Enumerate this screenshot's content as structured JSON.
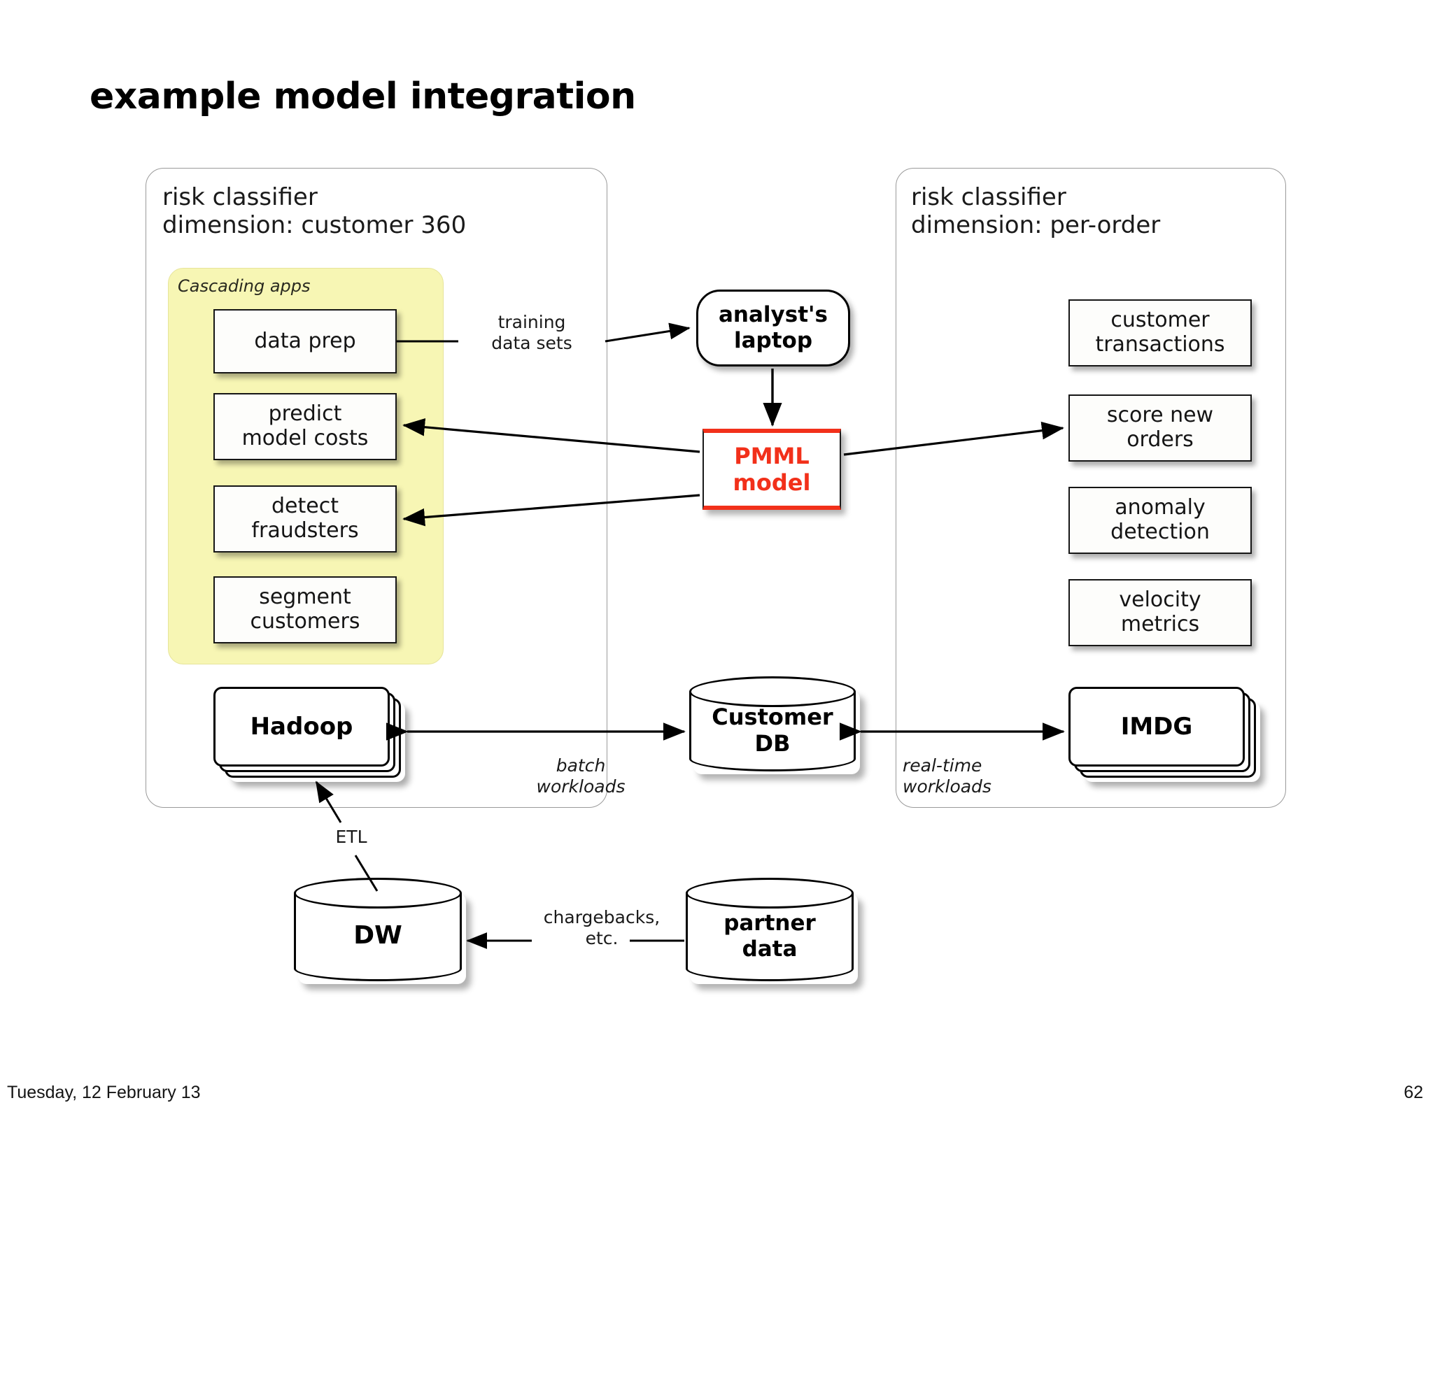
{
  "slide": {
    "title": "example model integration",
    "footer_date": "Tuesday, 12 February 13",
    "page_number": "62"
  },
  "colors": {
    "panel_border": "#9a9a9a",
    "cascading_fill": "#f7f6b4",
    "pmml_accent": "#f2301a",
    "box_border": "#161616",
    "text": "#151515"
  },
  "left_panel": {
    "title": "risk classifier\ndimension: customer 360",
    "cascading_label": "Cascading apps",
    "apps": [
      {
        "label": "data prep"
      },
      {
        "label": "predict\nmodel costs"
      },
      {
        "label": "detect\nfraudsters"
      },
      {
        "label": "segment\ncustomers"
      }
    ],
    "store": {
      "label": "Hadoop"
    }
  },
  "right_panel": {
    "title": "risk classifier\ndimension: per-order",
    "services": [
      {
        "label": "customer\ntransactions"
      },
      {
        "label": "score new\norders"
      },
      {
        "label": "anomaly\ndetection"
      },
      {
        "label": "velocity\nmetrics"
      }
    ],
    "store": {
      "label": "IMDG"
    }
  },
  "center": {
    "laptop": {
      "label": "analyst's\nlaptop"
    },
    "model": {
      "label": "PMML\nmodel"
    },
    "customer_db": {
      "label": "Customer\nDB"
    }
  },
  "bottom": {
    "dw": {
      "label": "DW"
    },
    "partner": {
      "label": "partner\ndata"
    }
  },
  "edges": {
    "training": "training\ndata sets",
    "batch": "batch\nworkloads",
    "realtime": "real-time\nworkloads",
    "etl": "ETL",
    "chargebacks": "chargebacks,\netc."
  }
}
